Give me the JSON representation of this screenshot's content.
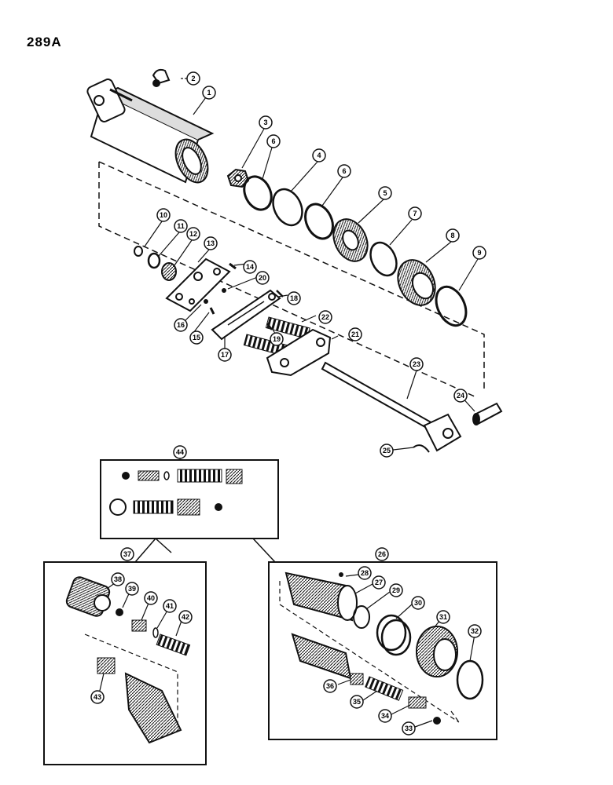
{
  "page": {
    "title": "289A"
  },
  "callouts": {
    "c1": "1",
    "c2": "2",
    "c3": "3",
    "c4": "4",
    "c5": "5",
    "c6a": "6",
    "c6b": "6",
    "c7": "7",
    "c8": "8",
    "c9": "9",
    "c10": "10",
    "c11": "11",
    "c12": "12",
    "c13": "13",
    "c14": "14",
    "c15": "15",
    "c16": "16",
    "c17": "17",
    "c18": "18",
    "c19": "19",
    "c20": "20",
    "c21": "21",
    "c22": "22",
    "c23": "23",
    "c24": "24",
    "c25": "25",
    "c26": "26",
    "c27": "27",
    "c28": "28",
    "c29": "29",
    "c30": "30",
    "c31": "31",
    "c32": "32",
    "c33": "33",
    "c34": "34",
    "c35": "35",
    "c36": "36",
    "c37": "37",
    "c38": "38",
    "c39": "39",
    "c40": "40",
    "c41": "41",
    "c42": "42",
    "c43": "43",
    "c44": "44"
  }
}
